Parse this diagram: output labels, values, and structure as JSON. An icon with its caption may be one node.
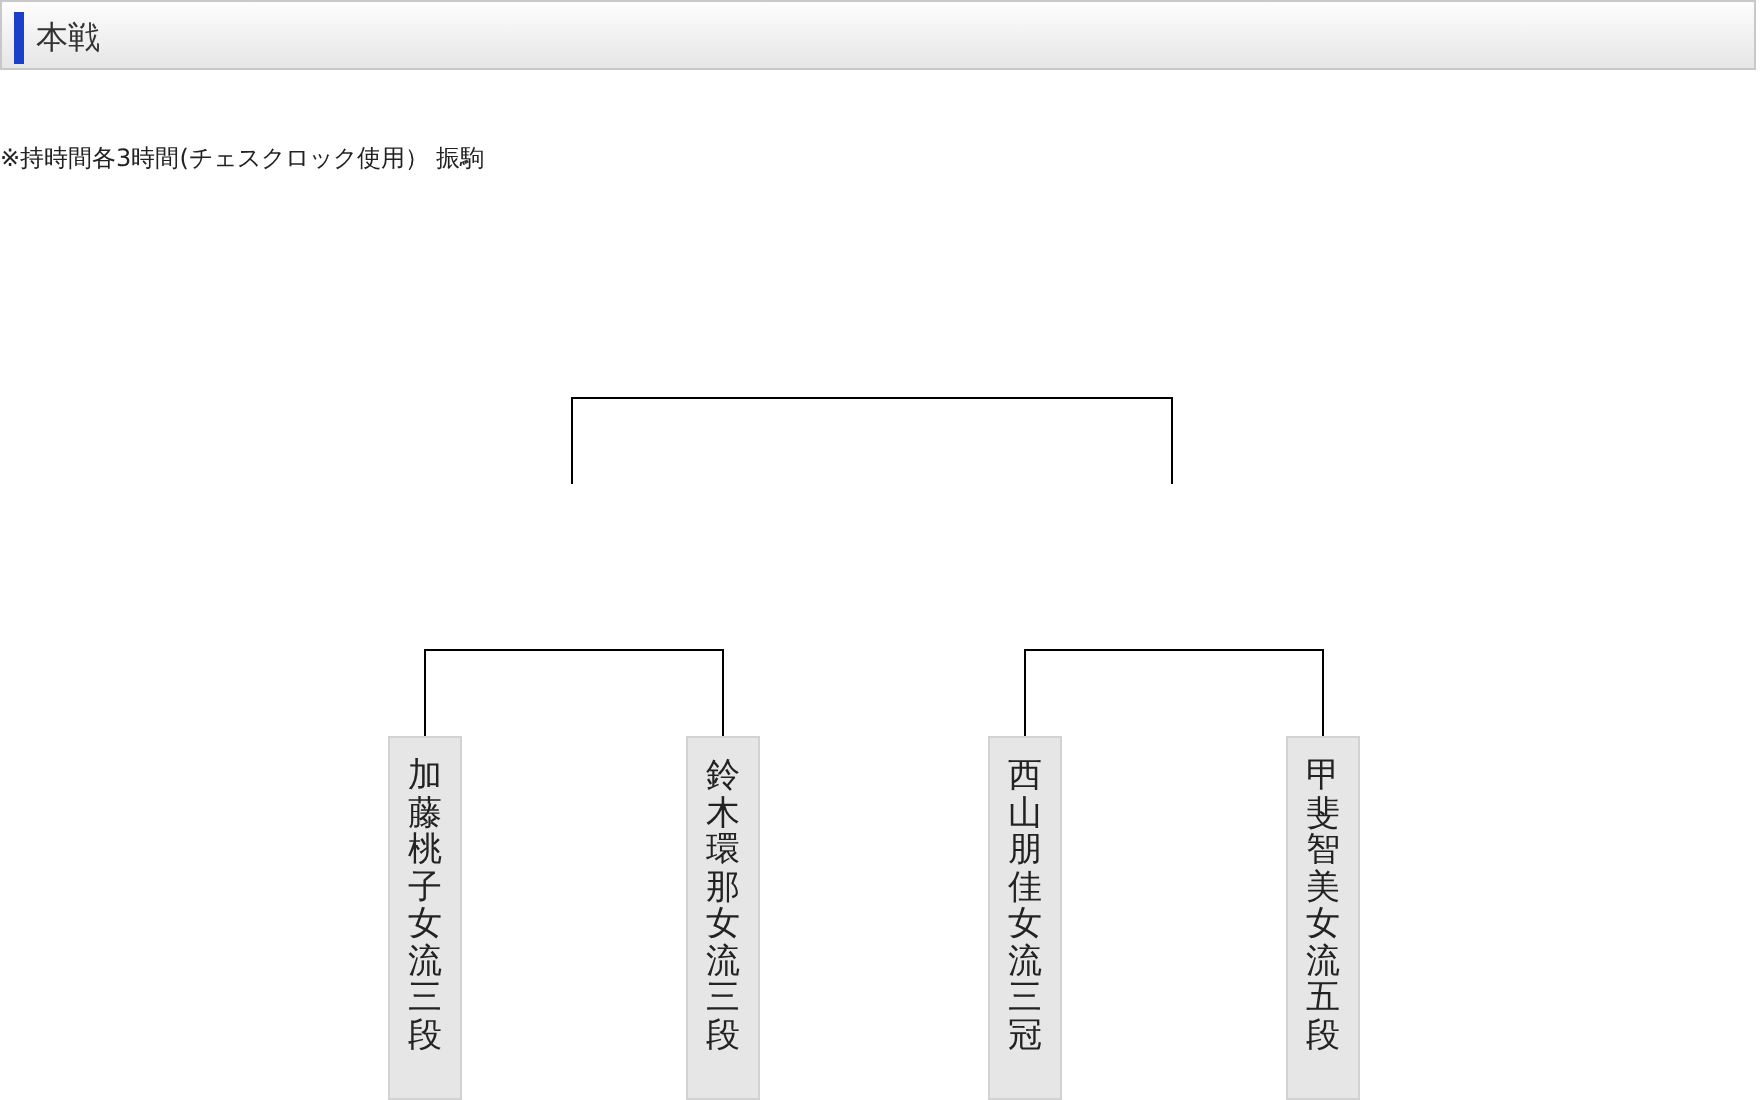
{
  "diagram": {
    "title": "本戦",
    "nodes": [
      {
        "text": [
          "加藤桃子女流三段"
        ]
      },
      {
        "text": [
          "鈴木環那女流三段"
        ]
      },
      {
        "text": [
          "西山朋佳女流三冠"
        ]
      },
      {
        "text": [
          "甲斐智美女流五段"
        ]
      }
    ],
    "edges": [
      {
        "from": 0,
        "to": 1,
        "arrow": "none"
      },
      {
        "from": 2,
        "to": 3,
        "arrow": "none"
      }
    ],
    "labels": [
      "※持時間各3時間(チェスクロック使用） 振駒"
    ]
  }
}
